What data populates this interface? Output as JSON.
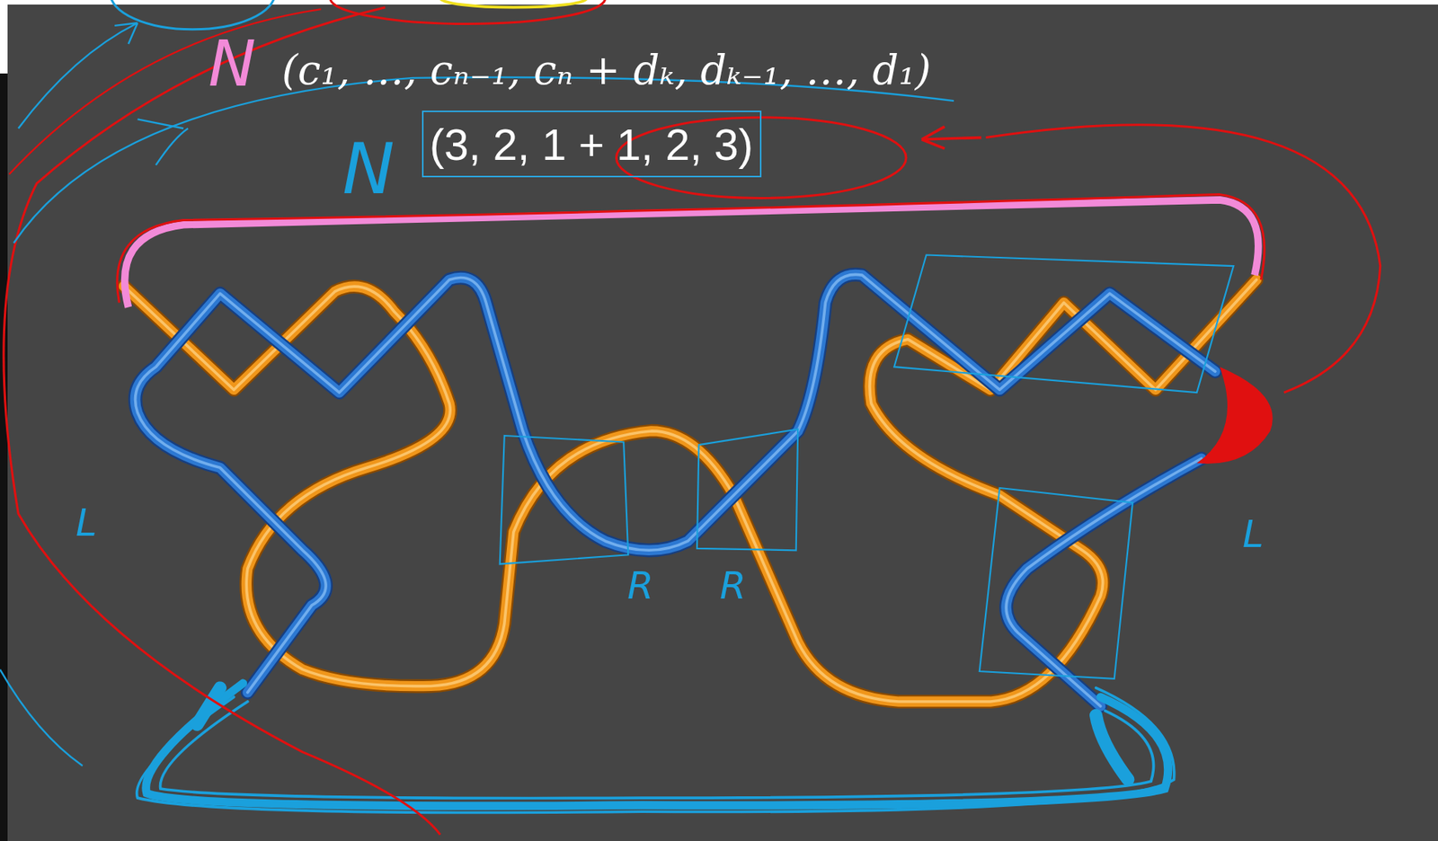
{
  "diagram": {
    "nodes": [
      {
        "text": [
          "(3, 2, 1 + 1, 2, 3)"
        ]
      }
    ],
    "labels": [
      "N",
      "(c₁, …, cₙ₋₁, cₙ + dₖ, dₖ₋₁, …, d₁)",
      "N",
      "R",
      "R",
      "L",
      "L"
    ]
  }
}
